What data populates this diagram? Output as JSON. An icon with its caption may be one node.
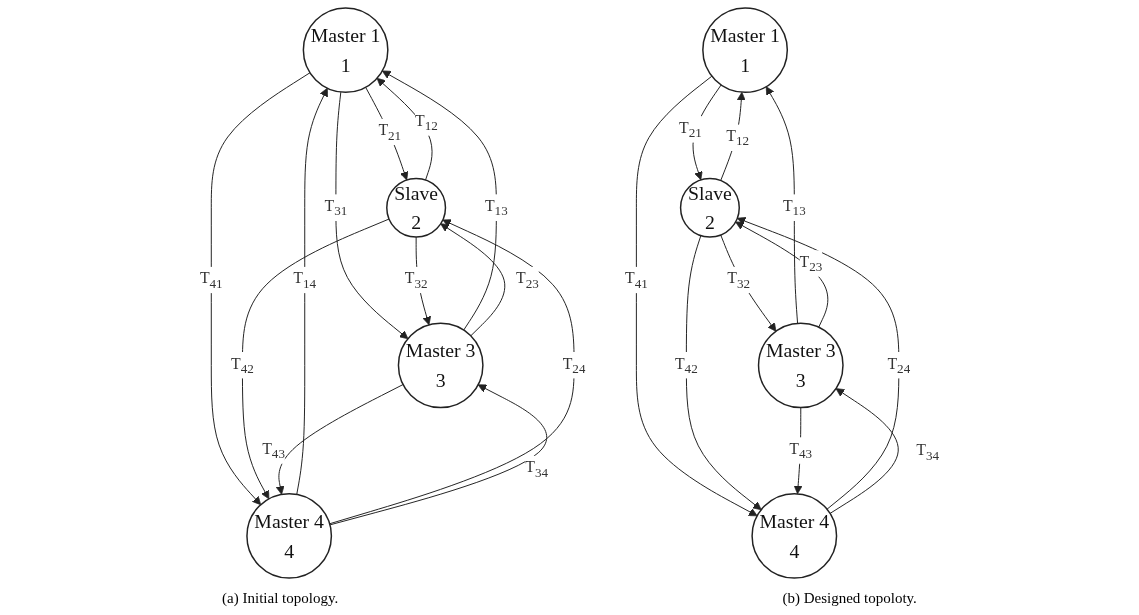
{
  "diagram": {
    "nodes": [
      {
        "text": [
          "Master 1",
          "1"
        ]
      },
      {
        "text": [
          "Slave",
          "2"
        ]
      },
      {
        "text": [
          "Master 3",
          "3"
        ]
      },
      {
        "text": [
          "Master 4",
          "4"
        ]
      },
      {
        "text": [
          "Master 1",
          "1"
        ]
      },
      {
        "text": [
          "Slave",
          "2"
        ]
      },
      {
        "text": [
          "Master 3",
          "3"
        ]
      },
      {
        "text": [
          "Master 4",
          "4"
        ]
      }
    ],
    "edges": [
      {
        "from": 0,
        "to": 1,
        "arrow": "to",
        "label": "T$_{21}$"
      },
      {
        "from": 1,
        "to": 0,
        "arrow": "to",
        "label": "T$_{12}$"
      },
      {
        "from": 0,
        "to": 2,
        "arrow": "to",
        "label": "T$_{31}$"
      },
      {
        "from": 2,
        "to": 0,
        "arrow": "to",
        "label": "T$_{13}$"
      },
      {
        "from": 0,
        "to": 3,
        "arrow": "to",
        "label": "T$_{41}$"
      },
      {
        "from": 3,
        "to": 0,
        "arrow": "to",
        "label": "T$_{14}$"
      },
      {
        "from": 1,
        "to": 2,
        "arrow": "to",
        "label": "T$_{32}$"
      },
      {
        "from": 2,
        "to": 1,
        "arrow": "to",
        "label": "T$_{23}$"
      },
      {
        "from": 1,
        "to": 3,
        "arrow": "to",
        "label": "T$_{42}$"
      },
      {
        "from": 3,
        "to": 1,
        "arrow": "to",
        "label": "T$_{24}$"
      },
      {
        "from": 3,
        "to": 2,
        "arrow": "to",
        "label": "T$_{34}$"
      },
      {
        "from": 2,
        "to": 3,
        "arrow": "to",
        "label": "T$_{43}$"
      },
      {
        "from": 4,
        "to": 5,
        "arrow": "to",
        "label": "T$_{21}$"
      },
      {
        "from": 5,
        "to": 4,
        "arrow": "to",
        "label": "T$_{12}$"
      },
      {
        "from": 6,
        "to": 4,
        "arrow": "to",
        "label": "T$_{13}$"
      },
      {
        "from": 4,
        "to": 7,
        "arrow": "to",
        "label": "T$_{41}$"
      },
      {
        "from": 5,
        "to": 6,
        "arrow": "to",
        "label": "T$_{32}$"
      },
      {
        "from": 6,
        "to": 5,
        "arrow": "to",
        "label": "T$_{23}$"
      },
      {
        "from": 5,
        "to": 7,
        "arrow": "to",
        "label": "T$_{42}$"
      },
      {
        "from": 7,
        "to": 5,
        "arrow": "to",
        "label": "T$_{24}$"
      },
      {
        "from": 7,
        "to": 6,
        "arrow": "to",
        "label": "T$_{34}$"
      },
      {
        "from": 6,
        "to": 7,
        "arrow": "to",
        "label": "T$_{43}$"
      }
    ],
    "labels": [
      "(a) Initial topology.",
      "(b) Designed topoloty."
    ]
  }
}
